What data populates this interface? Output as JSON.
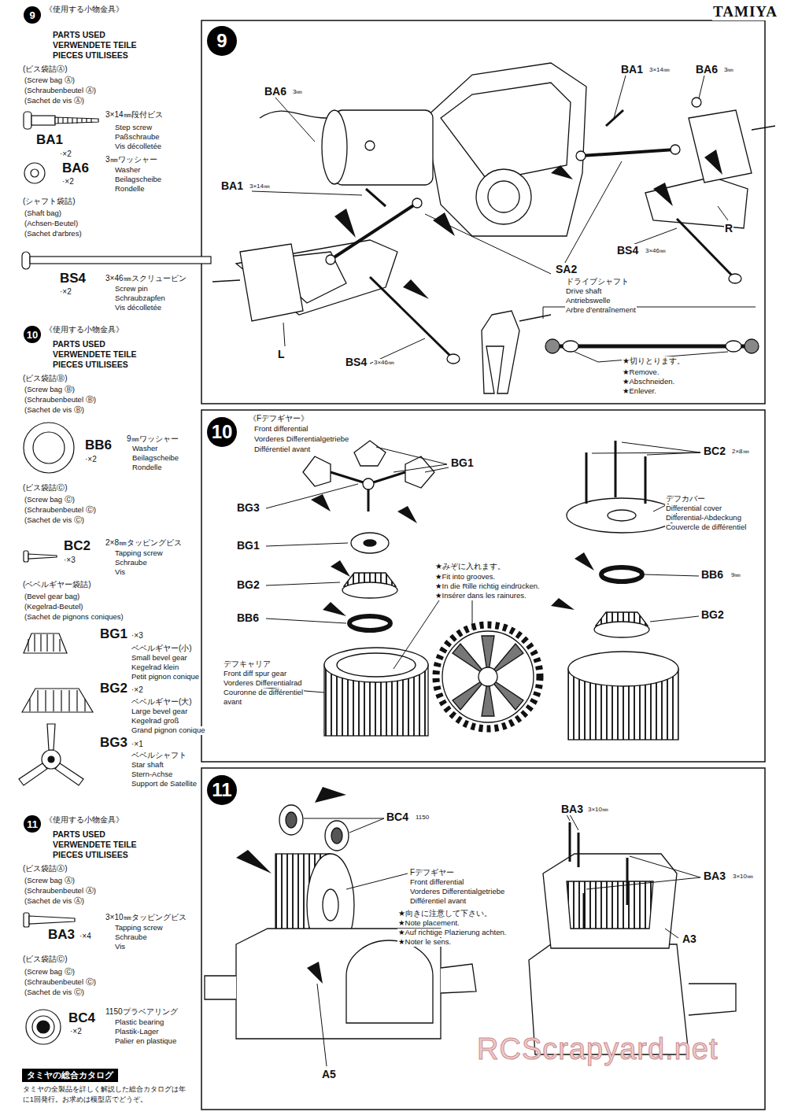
{
  "diagram": {
    "nodes": [
      {
        "text": [
          "9"
        ]
      },
      {
        "text": [
          "9"
        ]
      },
      {
        "text": [
          "10"
        ]
      },
      {
        "text": [
          "10"
        ]
      },
      {
        "text": [
          "11"
        ]
      },
      {
        "text": [
          "11"
        ]
      },
      {
        "text": [
          "タミヤの総合カタログ"
        ]
      }
    ],
    "labels": [
      "TAMIYA",
      "《使用する小物金具》",
      "PARTS USED",
      "VERWENDETE TEILE",
      "PIECES UTILISEES",
      "(ビス袋詰Ⓐ)",
      "(Screw bag Ⓐ)",
      "(Schraubenbeutel Ⓐ)",
      "(Sachet de vis Ⓐ)",
      "3×14㎜段付ビス",
      "Step screw",
      "Paßschraube",
      "Vis décolletée",
      "BA1",
      "·×2",
      "BA6",
      "·×2",
      "3㎜ワッシャー",
      "Washer",
      "Beilagscheibe",
      "Rondelle",
      "(シャフト袋詰)",
      "(Shaft bag)",
      "(Achsen-Beutel)",
      "(Sachet d'arbres)",
      "BS4",
      "·×2",
      "3×46㎜スクリューピン",
      "Screw pin",
      "Schraubzapfen",
      "Vis décolletée",
      "《使用する小物金具》",
      "PARTS USED",
      "VERWENDETE TEILE",
      "PIECES UTILISEES",
      "(ビス袋詰Ⓑ)",
      "(Screw bag Ⓑ)",
      "(Schraubenbeutel Ⓑ)",
      "(Sachet de vis Ⓑ)",
      "BB6",
      "·×2",
      "9㎜ワッシャー",
      "Washer",
      "Beilagscheibe",
      "Rondelle",
      "(ビス袋詰Ⓒ)",
      "(Screw bag Ⓒ)",
      "(Schraubenbeutel Ⓒ)",
      "(Sachet de vis Ⓒ)",
      "BC2",
      "·×3",
      "2×8㎜タッピングビス",
      "Tapping screw",
      "Schraube",
      "Vis",
      "(ベベルギヤー袋詰)",
      "(Bevel gear bag)",
      "(Kegelrad-Beutel)",
      "(Sachet de pignons coniques)",
      "BG1",
      "·×3",
      "ベベルギヤー(小)",
      "Small bevel gear",
      "Kegelrad klein",
      "Petit pignon conique",
      "BG2",
      "·×2",
      "ベベルギヤー(大)",
      "Large bevel gear",
      "Kegelrad groß",
      "Grand pignon conique",
      "BG3",
      "·×1",
      "ベベルシャフト",
      "Star shaft",
      "Stern-Achse",
      "Support de Satellite",
      "《使用する小物金具》",
      "PARTS USED",
      "VERWENDETE TEILE",
      "PIECES UTILISEES",
      "(ビス袋詰Ⓐ)",
      "(Screw bag Ⓐ)",
      "(Schraubenbeutel Ⓐ)",
      "(Sachet de vis Ⓐ)",
      "3×10㎜タッピングビス",
      "Tapping screw",
      "Schraube",
      "Vis",
      "BA3",
      "·×4",
      "(ビス袋詰Ⓒ)",
      "(Screw bag Ⓒ)",
      "(Schraubenbeutel Ⓒ)",
      "(Sachet de vis Ⓒ)",
      "1150プラベアリング",
      "Plastic bearing",
      "Plastik-Lager",
      "Palier en plastique",
      "BC4",
      "·×2",
      "タミヤの全製品を詳しく解説した総合カタログは年",
      "に1回発行。お求めは模型店でどうぞ。",
      "BA6",
      "3㎜",
      "BA1",
      "3×14㎜",
      "BA1",
      "3×14㎜",
      "BA6",
      "3㎜",
      "R",
      "BS4",
      "3×46㎜",
      "L",
      "BS4",
      "3×46㎜",
      "SA2",
      "ドライブシャフト",
      "Drive shaft",
      "Antriebswelle",
      "Arbre d'entraînement",
      "★切りとります。",
      "★Remove.",
      "★Abschneiden.",
      "★Enlever.",
      "《Fデフギヤー》",
      "Front differential",
      "Vorderes Differentialgetriebe",
      "Différentiel avant",
      "BG1",
      "BG3",
      "BG1",
      "BG2",
      "BB6",
      "デフキャリア",
      "Front diff spur gear",
      "Vorderes Differentialrad",
      "Couronne de différentiel",
      "avant",
      "★みぞに入れます。",
      "★Fit into grooves.",
      "★In die Rille richtig eindrücken.",
      "★Insérer dans les rainures.",
      "BC2",
      "2×8㎜",
      "デフカバー",
      "Differential cover",
      "Differential-Abdeckung",
      "Couvercle de différentiel",
      "BB6",
      "9㎜",
      "BG2",
      "BC4",
      "1150",
      "Fデフギヤー",
      "Front differential",
      "Vorderes Differentialgetriebe",
      "Différentiel avant",
      "★向きに注意して下さい。",
      "★Note placement.",
      "★Auf richtige Plazierung achten.",
      "★Noter le sens.",
      "A5",
      "BA3",
      "3×10㎜",
      "BA3",
      "3×10㎜",
      "A3",
      "RCScrapyard.net"
    ]
  }
}
